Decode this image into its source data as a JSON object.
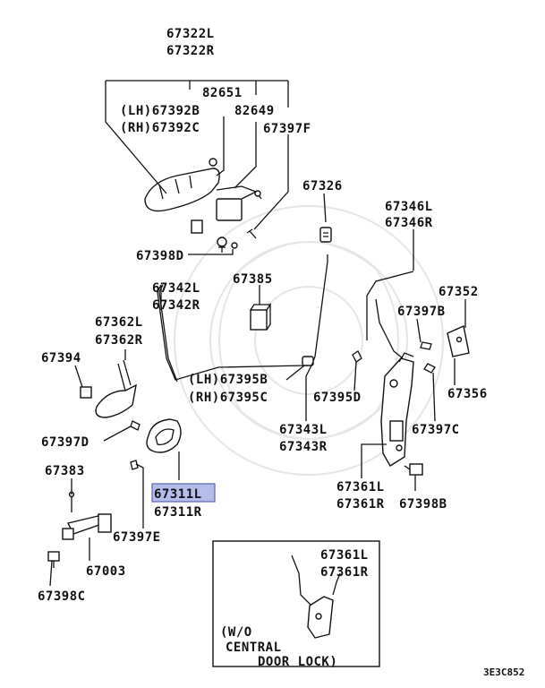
{
  "diagram": {
    "labels": [
      {
        "id": "lbl-67322l",
        "text": "67322L",
        "highlighted": false
      },
      {
        "id": "lbl-67322r",
        "text": "67322R",
        "highlighted": false
      },
      {
        "id": "lbl-82651",
        "text": "82651",
        "highlighted": false
      },
      {
        "id": "lbl-67392b",
        "text": "(LH)67392B",
        "highlighted": false
      },
      {
        "id": "lbl-82649",
        "text": "82649",
        "highlighted": false
      },
      {
        "id": "lbl-67392c",
        "text": "(RH)67392C",
        "highlighted": false
      },
      {
        "id": "lbl-67397f",
        "text": "67397F",
        "highlighted": false
      },
      {
        "id": "lbl-67326",
        "text": "67326",
        "highlighted": false
      },
      {
        "id": "lbl-67346l",
        "text": "67346L",
        "highlighted": false
      },
      {
        "id": "lbl-67346r",
        "text": "67346R",
        "highlighted": false
      },
      {
        "id": "lbl-67398d",
        "text": "67398D",
        "highlighted": false
      },
      {
        "id": "lbl-67385",
        "text": "67385",
        "highlighted": false
      },
      {
        "id": "lbl-67342l",
        "text": "67342L",
        "highlighted": false
      },
      {
        "id": "lbl-67342r",
        "text": "67342R",
        "highlighted": false
      },
      {
        "id": "lbl-67352",
        "text": "67352",
        "highlighted": false
      },
      {
        "id": "lbl-67362l",
        "text": "67362L",
        "highlighted": false
      },
      {
        "id": "lbl-67362r",
        "text": "67362R",
        "highlighted": false
      },
      {
        "id": "lbl-67397b",
        "text": "67397B",
        "highlighted": false
      },
      {
        "id": "lbl-67394",
        "text": "67394",
        "highlighted": false
      },
      {
        "id": "lbl-67395b",
        "text": "(LH)67395B",
        "highlighted": false
      },
      {
        "id": "lbl-67395c",
        "text": "(RH)67395C",
        "highlighted": false
      },
      {
        "id": "lbl-67395d",
        "text": "67395D",
        "highlighted": false
      },
      {
        "id": "lbl-67356",
        "text": "67356",
        "highlighted": false
      },
      {
        "id": "lbl-67343l",
        "text": "67343L",
        "highlighted": false
      },
      {
        "id": "lbl-67343r",
        "text": "67343R",
        "highlighted": false
      },
      {
        "id": "lbl-67397c",
        "text": "67397C",
        "highlighted": false
      },
      {
        "id": "lbl-67397d",
        "text": "67397D",
        "highlighted": false
      },
      {
        "id": "lbl-67383",
        "text": "67383",
        "highlighted": false
      },
      {
        "id": "lbl-67311l",
        "text": "67311L",
        "highlighted": true
      },
      {
        "id": "lbl-67311r",
        "text": "67311R",
        "highlighted": false
      },
      {
        "id": "lbl-67361l",
        "text": "67361L",
        "highlighted": false
      },
      {
        "id": "lbl-67361r",
        "text": "67361R",
        "highlighted": false
      },
      {
        "id": "lbl-67398b",
        "text": "67398B",
        "highlighted": false
      },
      {
        "id": "lbl-67397e",
        "text": "67397E",
        "highlighted": false
      },
      {
        "id": "lbl-67003",
        "text": "67003",
        "highlighted": false
      },
      {
        "id": "lbl-67398c",
        "text": "67398C",
        "highlighted": false
      },
      {
        "id": "lbl-inset-67361l",
        "text": "67361L",
        "highlighted": false
      },
      {
        "id": "lbl-inset-67361r",
        "text": "67361R",
        "highlighted": false
      },
      {
        "id": "lbl-note-1",
        "text": "(W/O",
        "highlighted": false
      },
      {
        "id": "lbl-note-2",
        "text": "CENTRAL",
        "highlighted": false
      },
      {
        "id": "lbl-note-3",
        "text": "DOOR LOCK)",
        "highlighted": false
      }
    ],
    "diagram_code": "3E3C852",
    "highlight_color": "#b4bde9",
    "highlight_border": "#5a66b3"
  }
}
